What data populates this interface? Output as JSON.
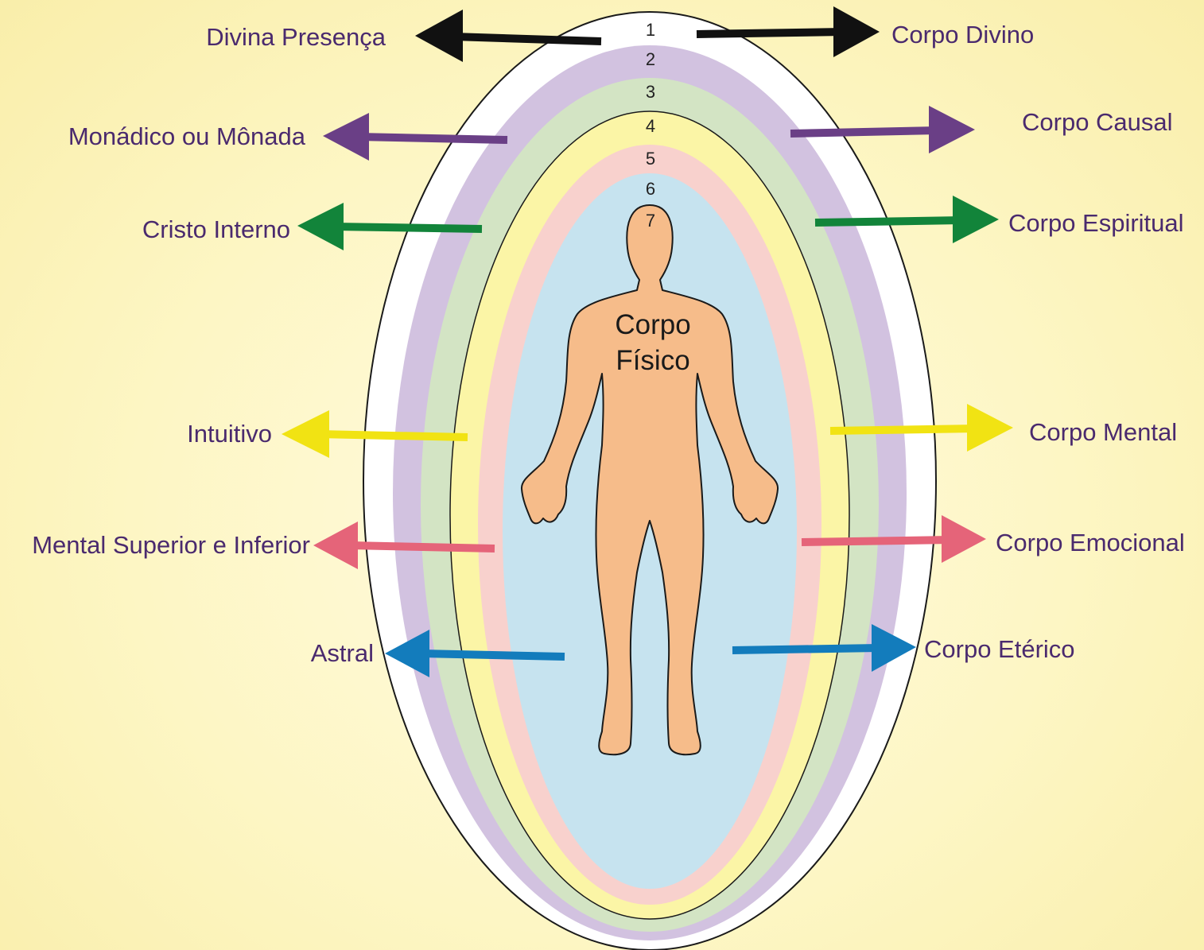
{
  "colors": {
    "layer_1": "#ffffff",
    "layer_2": "#d2c2e0",
    "layer_3": "#d3e4c4",
    "layer_4": "#fbf5a6",
    "layer_5": "#f8d1cd",
    "layer_6": "#c6e3ef",
    "figure": "#f6bc8a",
    "label_text": "#4a2a6e",
    "arrow_black": "#111111",
    "arrow_purple": "#6a3f86",
    "arrow_green": "#12843a",
    "arrow_yellow": "#f1e313",
    "arrow_pink": "#e56479",
    "arrow_blue": "#137cbc"
  },
  "layers": [
    {
      "number": "1",
      "color": "#ffffff"
    },
    {
      "number": "2",
      "color": "#d2c2e0"
    },
    {
      "number": "3",
      "color": "#d3e4c4"
    },
    {
      "number": "4",
      "color": "#fbf5a6"
    },
    {
      "number": "5",
      "color": "#f8d1cd"
    },
    {
      "number": "6",
      "color": "#c6e3ef"
    },
    {
      "number": "7",
      "color": "#f6bc8a"
    }
  ],
  "figure": {
    "label_line1": "Corpo",
    "label_line2": "Físico"
  },
  "labels": {
    "left_1": "Divina Presença",
    "right_1": "Corpo Divino",
    "left_2": "Monádico ou Mônada",
    "right_2": "Corpo Causal",
    "left_3": "Cristo Interno",
    "right_3": "Corpo Espiritual",
    "left_4": "Intuitivo",
    "right_4": "Corpo Mental",
    "left_5": "Mental Superior e Inferior",
    "right_5": "Corpo Emocional",
    "left_6": "Astral",
    "right_6": "Corpo Etérico"
  }
}
